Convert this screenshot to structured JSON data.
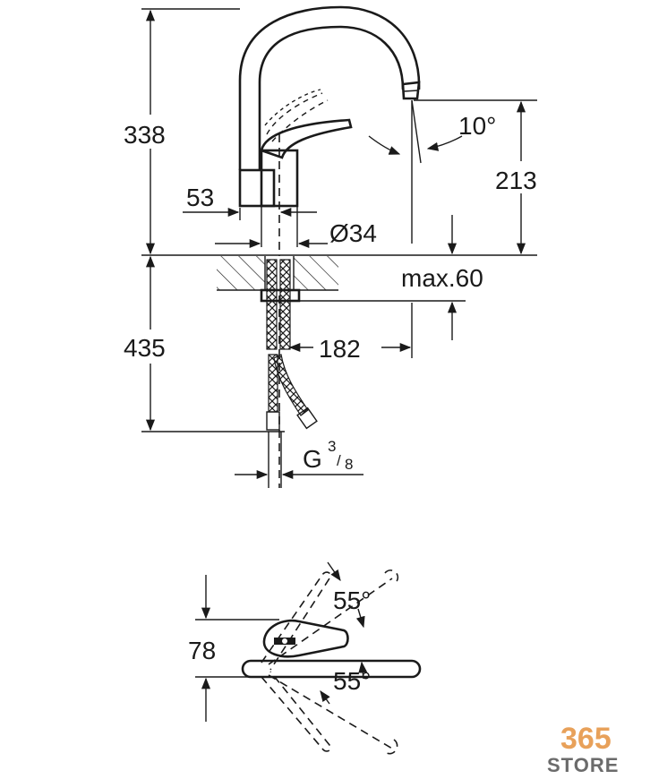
{
  "dimensions": {
    "total_height": "338",
    "below_deck": "435",
    "body_offset": "53",
    "base_diameter": "Ø34",
    "spout_angle": "10°",
    "spout_height": "213",
    "deck_thickness": "max.60",
    "spout_reach": "182",
    "connection_g": "G",
    "connection_num": "3",
    "connection_den": "8",
    "lever_width": "78",
    "swivel_angle_top": "55°",
    "swivel_angle_bottom": "55°"
  },
  "watermark": {
    "number": "365",
    "text": "STORE"
  }
}
